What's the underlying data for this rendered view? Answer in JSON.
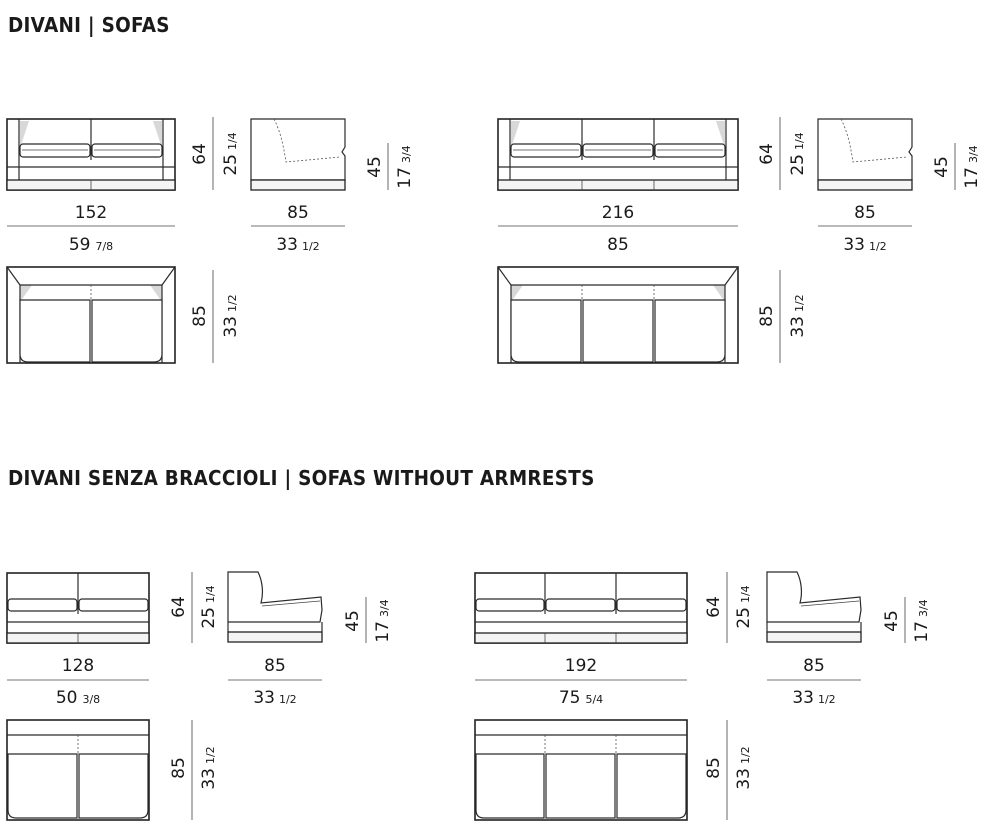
{
  "sections": {
    "sofas_title": "DIVANI  |  SOFAS",
    "noarm_title": "DIVANI SENZA BRACCIOLI  |  SOFAS WITHOUT ARMRESTS"
  },
  "sofas": {
    "small": {
      "front_width_cm": "152",
      "front_width_in_whole": "59",
      "front_width_in_frac": "7/8",
      "height_cm": "64",
      "height_in_whole": "25",
      "height_in_frac": "1/4",
      "side_depth_cm": "85",
      "side_depth_in_whole": "33",
      "side_depth_in_frac": "1/2",
      "seat_height_cm": "45",
      "seat_height_in_whole": "17",
      "seat_height_in_frac": "3/4",
      "top_depth_cm": "85",
      "top_depth_in_whole": "33",
      "top_depth_in_frac": "1/2"
    },
    "large": {
      "front_width_cm": "216",
      "front_width_in_whole": "85",
      "front_width_in_frac": "",
      "height_cm": "64",
      "height_in_whole": "25",
      "height_in_frac": "1/4",
      "side_depth_cm": "85",
      "side_depth_in_whole": "33",
      "side_depth_in_frac": "1/2",
      "seat_height_cm": "45",
      "seat_height_in_whole": "17",
      "seat_height_in_frac": "3/4",
      "top_depth_cm": "85",
      "top_depth_in_whole": "33",
      "top_depth_in_frac": "1/2"
    }
  },
  "noarm": {
    "small": {
      "front_width_cm": "128",
      "front_width_in_whole": "50",
      "front_width_in_frac": "3/8",
      "height_cm": "64",
      "height_in_whole": "25",
      "height_in_frac": "1/4",
      "side_depth_cm": "85",
      "side_depth_in_whole": "33",
      "side_depth_in_frac": "1/2",
      "seat_height_cm": "45",
      "seat_height_in_whole": "17",
      "seat_height_in_frac": "3/4",
      "top_depth_cm": "85",
      "top_depth_in_whole": "33",
      "top_depth_in_frac": "1/2"
    },
    "large": {
      "front_width_cm": "192",
      "front_width_in_whole": "75",
      "front_width_in_frac": "5/4",
      "height_cm": "64",
      "height_in_whole": "25",
      "height_in_frac": "1/4",
      "side_depth_cm": "85",
      "side_depth_in_whole": "33",
      "side_depth_in_frac": "1/2",
      "seat_height_cm": "45",
      "seat_height_in_whole": "17",
      "seat_height_in_frac": "3/4",
      "top_depth_cm": "85",
      "top_depth_in_whole": "33",
      "top_depth_in_frac": "1/2"
    }
  }
}
